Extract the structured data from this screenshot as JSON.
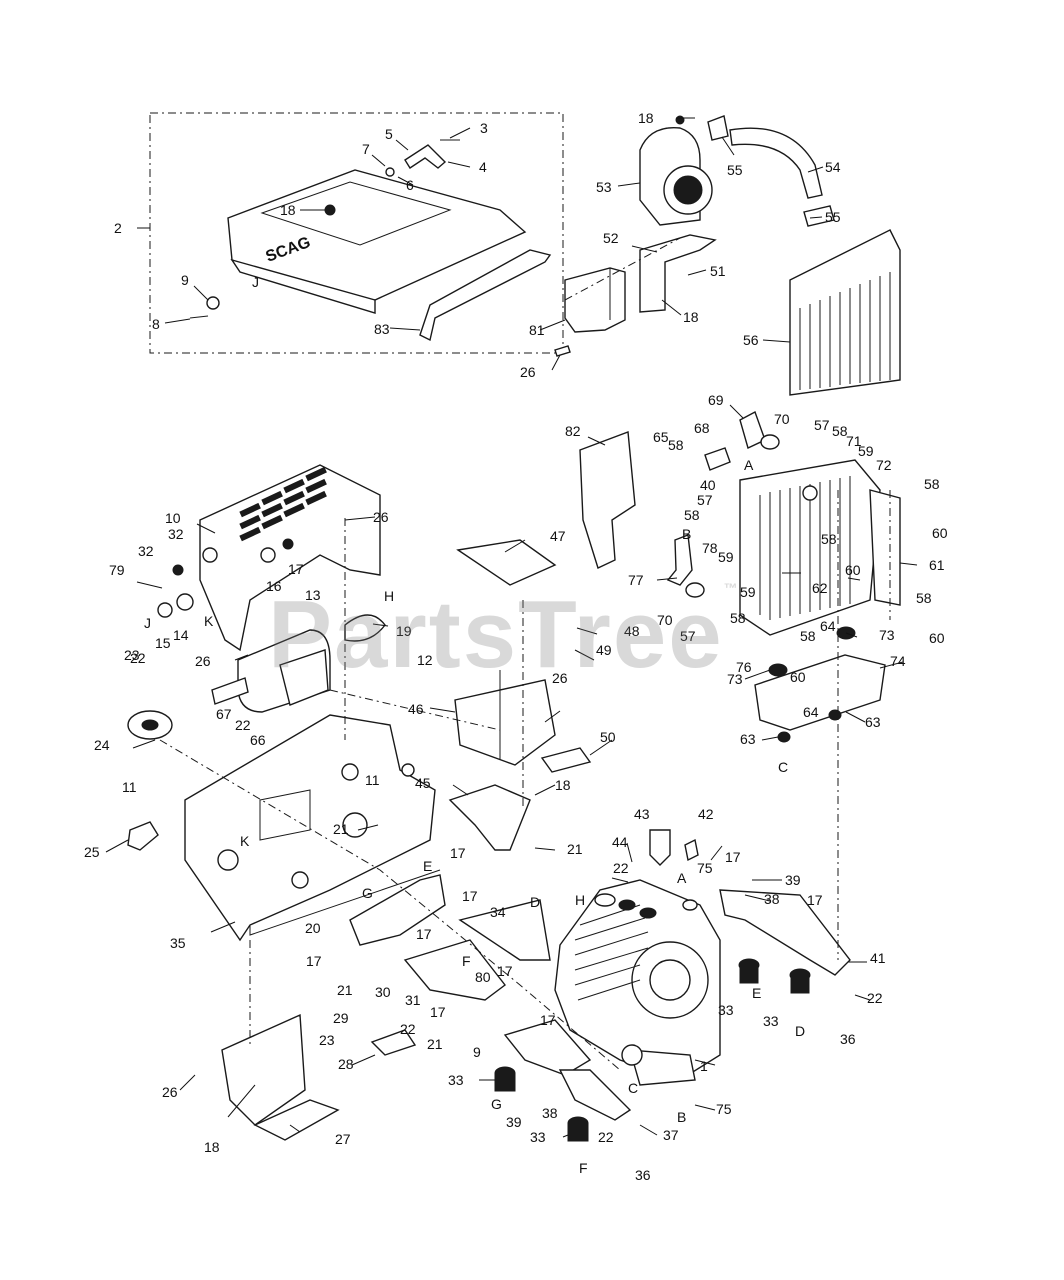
{
  "watermark": {
    "text": "PartsTree",
    "tm": "™"
  },
  "hood_brand": "SCAG",
  "callouts": [
    "1",
    "2",
    "3",
    "4",
    "5",
    "6",
    "7",
    "8",
    "9",
    "10",
    "11",
    "12",
    "13",
    "14",
    "15",
    "16",
    "17",
    "18",
    "19",
    "20",
    "21",
    "22",
    "23",
    "24",
    "25",
    "26",
    "27",
    "28",
    "29",
    "30",
    "31",
    "32",
    "33",
    "34",
    "35",
    "36",
    "37",
    "38",
    "39",
    "40",
    "41",
    "42",
    "43",
    "44",
    "45",
    "46",
    "47",
    "48",
    "49",
    "50",
    "51",
    "52",
    "53",
    "54",
    "55",
    "56",
    "57",
    "58",
    "59",
    "60",
    "61",
    "62",
    "63",
    "64",
    "65",
    "66",
    "67",
    "68",
    "69",
    "70",
    "71",
    "72",
    "73",
    "74",
    "75",
    "76",
    "77",
    "78",
    "79",
    "80",
    "81",
    "82",
    "83"
  ],
  "reference_letters": [
    "A",
    "B",
    "C",
    "D",
    "E",
    "F",
    "G",
    "H",
    "J",
    "K"
  ]
}
